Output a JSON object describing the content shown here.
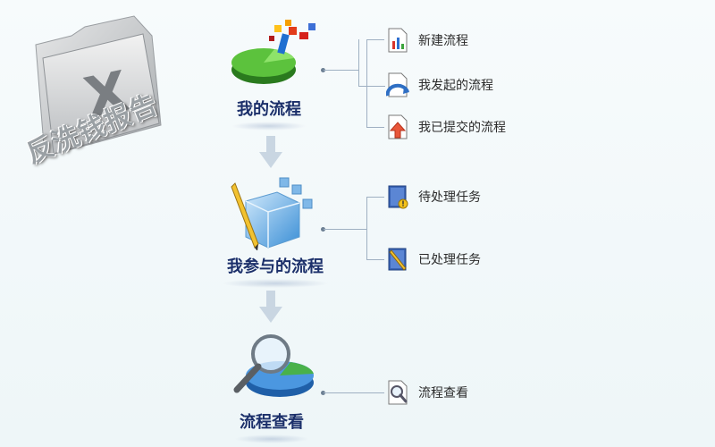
{
  "logo": {
    "text": "反洗钱报告",
    "folder_letter": "X"
  },
  "groups": [
    {
      "title": "我的流程",
      "icon": "pie-chart-icon",
      "items": [
        {
          "label": "新建流程",
          "icon": "new-document-chart-icon"
        },
        {
          "label": "我发起的流程",
          "icon": "document-refresh-icon"
        },
        {
          "label": "我已提交的流程",
          "icon": "document-upload-icon"
        }
      ]
    },
    {
      "title": "我参与的流程",
      "icon": "cube-pencil-icon",
      "items": [
        {
          "label": "待处理任务",
          "icon": "book-warning-icon"
        },
        {
          "label": "已处理任务",
          "icon": "book-pencil-icon"
        }
      ]
    },
    {
      "title": "流程查看",
      "icon": "magnifier-pie-icon",
      "items": [
        {
          "label": "流程查看",
          "icon": "document-search-icon"
        }
      ]
    }
  ],
  "colors": {
    "title": "#1b2f6a",
    "connector": "#9fb0c2",
    "arrow": "#c9d6e2"
  }
}
